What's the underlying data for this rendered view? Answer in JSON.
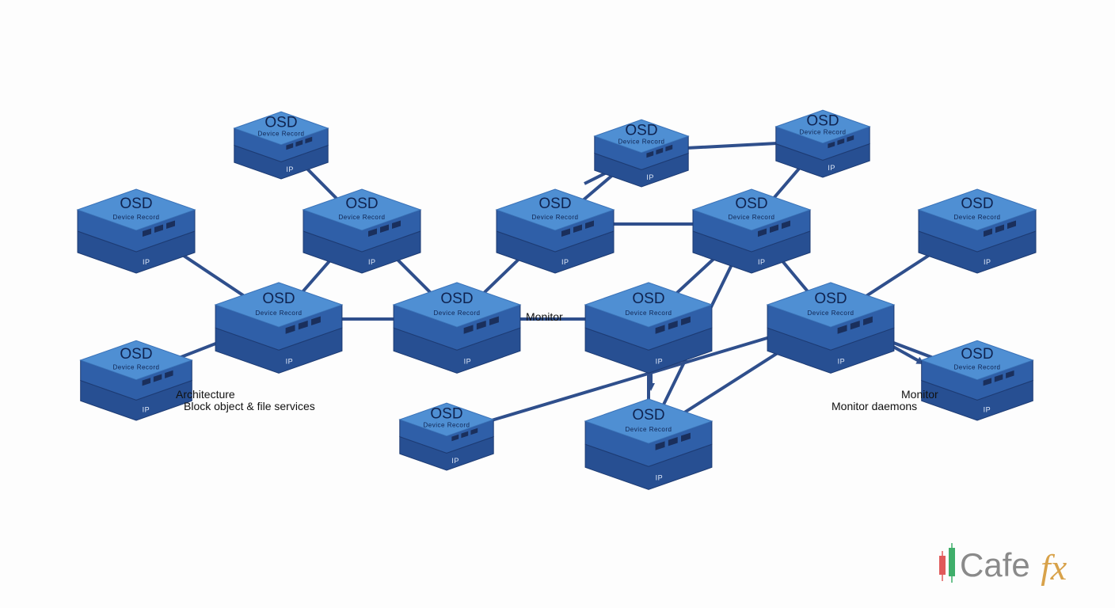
{
  "nodes": [
    {
      "label": "OSD",
      "sub": "Device Record",
      "ip": "IP"
    },
    {
      "label": "OSD",
      "sub": "Device Record",
      "ip": "IP"
    },
    {
      "label": "OSD",
      "sub": "Device Record",
      "ip": "IP"
    },
    {
      "label": "OSD",
      "sub": "Device Record",
      "ip": "IP"
    },
    {
      "label": "OSD",
      "sub": "Device Record",
      "ip": "IP"
    },
    {
      "label": "OSD",
      "sub": "Device Record",
      "ip": "IP"
    },
    {
      "label": "OSD",
      "sub": "Device Record",
      "ip": "IP"
    },
    {
      "label": "OSD",
      "sub": "Device Record",
      "ip": "IP"
    },
    {
      "label": "OSD",
      "sub": "Device Record",
      "ip": "IP"
    },
    {
      "label": "OSD",
      "sub": "Device Record",
      "ip": "IP"
    },
    {
      "label": "OSD",
      "sub": "Device Record",
      "ip": "IP"
    },
    {
      "label": "OSD",
      "sub": "Device Record",
      "ip": "IP"
    },
    {
      "label": "OSD",
      "sub": "Device Record",
      "ip": "IP"
    },
    {
      "label": "OSD",
      "sub": "Device Record",
      "ip": "IP"
    },
    {
      "label": "OSD",
      "sub": "Device Record",
      "ip": "IP"
    },
    {
      "label": "OSD",
      "sub": "Device Record",
      "ip": "IP"
    }
  ],
  "edges": [
    [
      0,
      2
    ],
    [
      1,
      4
    ],
    [
      2,
      4
    ],
    [
      3,
      4
    ],
    [
      4,
      5
    ],
    [
      2,
      5
    ],
    [
      5,
      6
    ],
    [
      5,
      8
    ],
    [
      6,
      7
    ],
    [
      6,
      9
    ],
    [
      7,
      10
    ],
    [
      8,
      9
    ],
    [
      9,
      10
    ],
    [
      9,
      12
    ],
    [
      8,
      15
    ],
    [
      12,
      13
    ],
    [
      11,
      12
    ],
    [
      12,
      14
    ],
    [
      15,
      9
    ],
    [
      15,
      12
    ]
  ],
  "annotations": {
    "left_title": "Architecture",
    "left_sub": "Block object & file services",
    "center": "Monitor",
    "right_title": "Monitor",
    "right_sub": "Monitor daemons"
  },
  "logo": {
    "text_main": "Cafe",
    "text_accent": "fx"
  },
  "colors": {
    "top_face": "#4f8fd3",
    "body_upper": "#2f5fa8",
    "body_lower": "#274f92",
    "edge": "#2f4f8c",
    "logo_red": "#e05a5a",
    "logo_green": "#3fae6a",
    "logo_gray": "#8a8a8a",
    "logo_gold": "#d8a24a"
  }
}
